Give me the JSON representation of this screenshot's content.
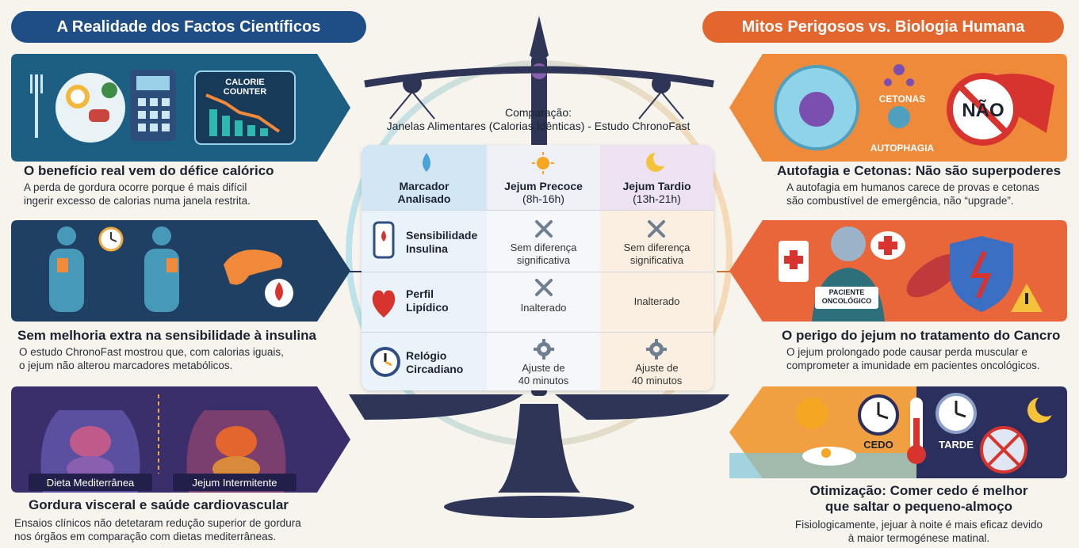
{
  "headers": {
    "left": "A Realidade dos Factos Científicos",
    "right": "Mitos Perigosos vs. Biologia Humana"
  },
  "left_cards": [
    {
      "badge": "CALORIE COUNTER",
      "title": "O benefício real vem do défice calórico",
      "desc": [
        "A perda de gordura ocorre porque é mais difícil",
        "ingerir excesso de calorias numa janela restrita."
      ]
    },
    {
      "title": "Sem melhoria extra na sensibilidade à insulina",
      "desc": [
        "O estudo ChronoFast mostrou que, com calorias iguais,",
        "o jejum não alterou marcadores metabólicos."
      ]
    },
    {
      "label_a": "Dieta Mediterrânea",
      "label_b": "Jejum Intermitente",
      "title": "Gordura visceral e saúde cardiovascular",
      "desc": [
        "Ensaios clínicos não detetaram redução superior de gordura",
        "nos órgãos em comparação com dietas mediterrâneas."
      ]
    }
  ],
  "right_cards": [
    {
      "label_a": "CETONAS",
      "label_b": "AUTOPHAGIA",
      "badge": "NÃO",
      "title": "Autofagia e Cetonas: Não são superpoderes",
      "desc": [
        "A autofagia em humanos carece de provas e cetonas",
        "são combustível de emergência, não “upgrade”."
      ]
    },
    {
      "badge": [
        "PACIENTE",
        "ONCOLÓGICO"
      ],
      "title": "O perigo do jejum no tratamento do Cancro",
      "desc": [
        "O jejum prolongado pode causar perda muscular e",
        "comprometer a imunidade em pacientes oncológicos."
      ]
    },
    {
      "label_a": "CEDO",
      "label_b": "TARDE",
      "title": [
        "Otimização: Comer cedo é melhor",
        "que saltar o pequeno-almoço"
      ],
      "desc": [
        "Fisiologicamente, jejuar à noite é mais eficaz devido",
        "à maior termogénese matinal."
      ]
    }
  ],
  "comparison": {
    "title": [
      "Comparação:",
      "Janelas Alimentares (Calorias Idênticas) - Estudo ChronoFast"
    ],
    "columns": {
      "metric": [
        "Marcador",
        "Analisado"
      ],
      "early": [
        "Jejum Precoce",
        "(8h-16h)"
      ],
      "late": [
        "Jejum Tardio",
        "(13h-21h)"
      ]
    },
    "rows": [
      {
        "label": [
          "Sensibilidade",
          "Insulina"
        ],
        "early": [
          "Sem diferença",
          "significativa"
        ],
        "late": [
          "Sem diferença",
          "significativa"
        ]
      },
      {
        "label": [
          "Perfil",
          "Lipídico"
        ],
        "early": [
          "Inalterado"
        ],
        "late": [
          "Inalterado"
        ]
      },
      {
        "label": [
          "Relógio",
          "Circadiano"
        ],
        "early": [
          "Ajuste de",
          "40 minutos"
        ],
        "late": [
          "Ajuste de",
          "40 minutos"
        ]
      }
    ]
  },
  "icons": [
    "fork-icon",
    "plate-icon",
    "calculator-icon",
    "trend-down-icon",
    "body-icon",
    "clock-icon",
    "pancreas-icon",
    "blood-drop-icon",
    "organs-icon",
    "cell-icon",
    "molecule-icon",
    "no-sign-icon",
    "clipboard-icon",
    "patient-icon",
    "red-cross-icon",
    "muscle-icon",
    "shield-icon",
    "warning-icon",
    "sun-icon",
    "moon-icon",
    "thermometer-icon",
    "egg-plate-icon",
    "glucose-meter-icon",
    "heart-icon",
    "gear-icon",
    "x-mark-icon",
    "water-drop-icon"
  ],
  "colors": {
    "left_header": "#1f4e86",
    "right_header": "#e2662d",
    "card1": "#1d5f82",
    "card2": "#1f3f63",
    "card3": "#3a2f6b",
    "rcard1": "#ee8a3a",
    "rcard2": "#e9663a",
    "rcard3": "#f1a041"
  }
}
